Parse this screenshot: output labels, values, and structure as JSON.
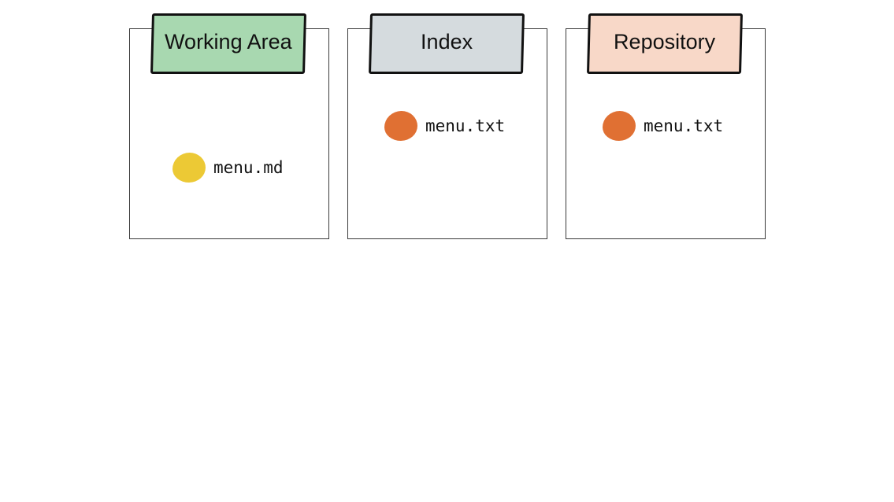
{
  "diagram": {
    "panels": [
      {
        "title": "Working Area",
        "header_color": "#a8d8b0",
        "file": {
          "name": "menu.md",
          "color": "#ecc935",
          "icon": "yellow-dot"
        }
      },
      {
        "title": "Index",
        "header_color": "#d5dbde",
        "file": {
          "name": "menu.txt",
          "color": "#e07033",
          "icon": "orange-dot"
        }
      },
      {
        "title": "Repository",
        "header_color": "#f8d8c8",
        "file": {
          "name": "menu.txt",
          "color": "#e07033",
          "icon": "orange-dot"
        }
      }
    ]
  }
}
